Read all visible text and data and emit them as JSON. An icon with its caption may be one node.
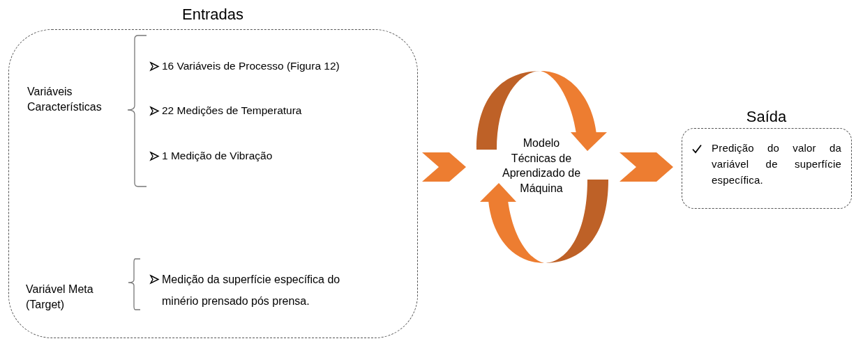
{
  "diagram": {
    "nodes": [
      {
        "text": [
          "Entradas"
        ]
      },
      {
        "text": [
          "Modelo",
          "Técnicas de Aprendizado de Máquina"
        ]
      },
      {
        "text": [
          "Saída",
          "Predição do valor da variável de superfície específica."
        ]
      }
    ],
    "edges": [
      {
        "from": 0,
        "to": 1,
        "arrow": "to"
      },
      {
        "from": 1,
        "to": 2,
        "arrow": "to"
      }
    ],
    "labels": [
      "Variáveis Características",
      "16 Variáveis de Processo (Figura 12)",
      "22 Medições de Temperatura",
      "1 Medição de Vibração",
      "Variável Meta (Target)",
      "Medição da superfície específica do minério prensado pós prensa."
    ]
  }
}
